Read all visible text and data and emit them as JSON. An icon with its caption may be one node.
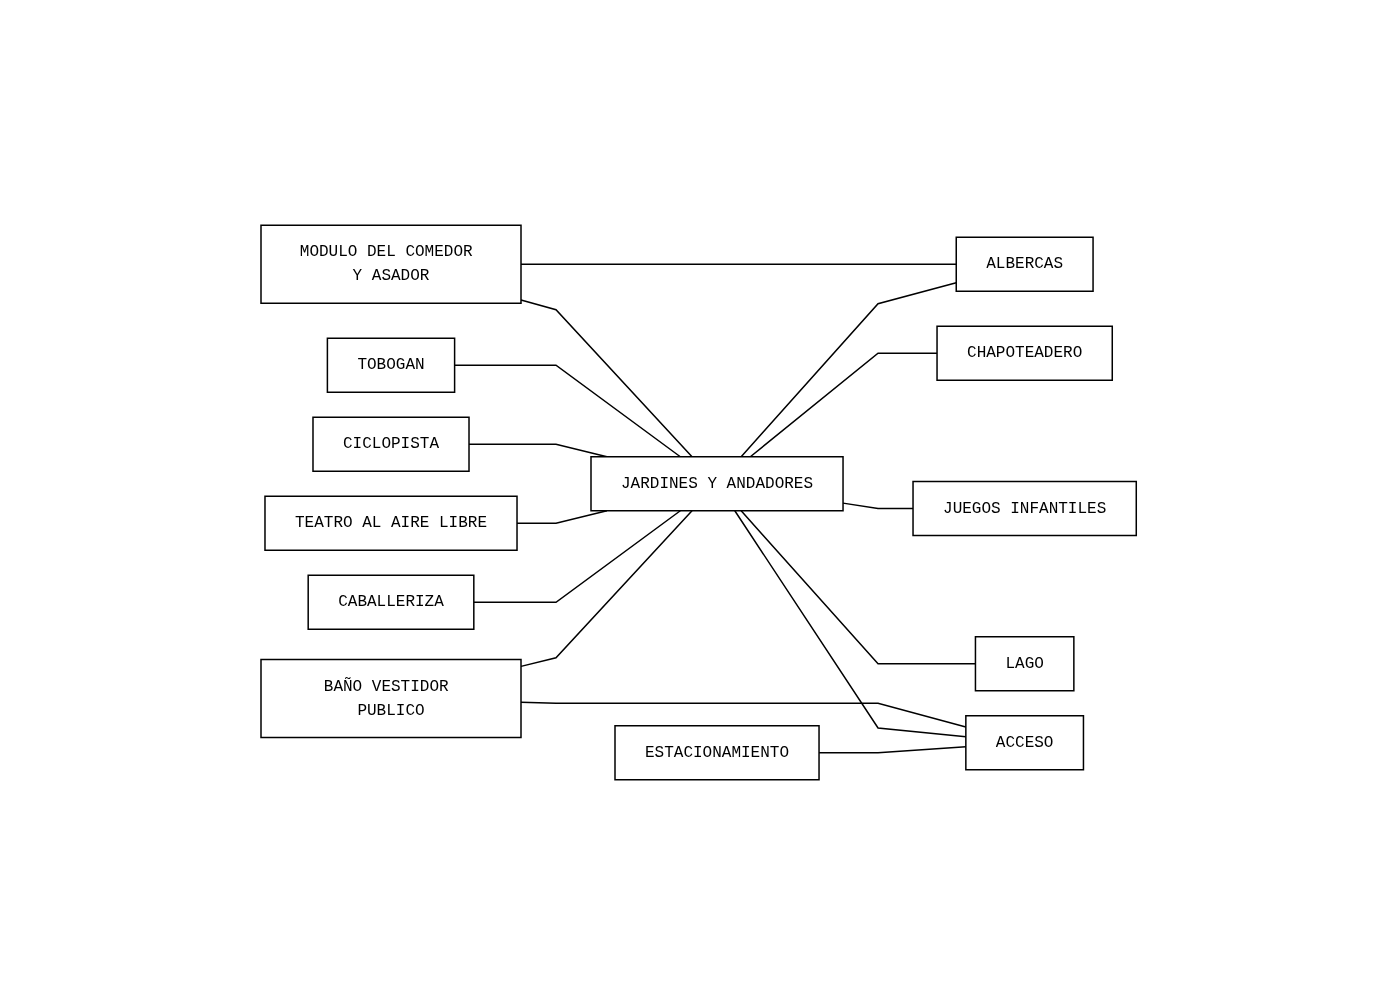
{
  "diagram": {
    "nodes": [
      {
        "text": [
          "MODULO DEL COMEDOR Y ASADOR"
        ]
      },
      {
        "text": [
          "TOBOGAN"
        ]
      },
      {
        "text": [
          "JARDINES Y ANDADORES"
        ]
      },
      {
        "text": [
          "ALBERCAS"
        ]
      },
      {
        "text": [
          "CICLOPISTA"
        ]
      },
      {
        "text": [
          "CHAPOTEADERO"
        ]
      },
      {
        "text": [
          "TEATRO AL AIRE LIBRE"
        ]
      },
      {
        "text": [
          "JUEGOS INFANTILES"
        ]
      },
      {
        "text": [
          "CABALLERIZA"
        ]
      },
      {
        "text": [
          "LAGO"
        ]
      },
      {
        "text": [
          "BAÑO VESTIDOR PUBLICO"
        ]
      },
      {
        "text": [
          "ESTACIONAMIENTO"
        ]
      },
      {
        "text": [
          "ACCESO"
        ]
      }
    ],
    "edges": [
      {
        "from": 0,
        "to": 2,
        "arrow": "none"
      },
      {
        "from": 0,
        "to": 3,
        "arrow": "none"
      },
      {
        "from": 1,
        "to": 2,
        "arrow": "none"
      },
      {
        "from": 2,
        "to": 3,
        "arrow": "none"
      },
      {
        "from": 4,
        "to": 2,
        "arrow": "none"
      },
      {
        "from": 2,
        "to": 5,
        "arrow": "none"
      },
      {
        "from": 6,
        "to": 2,
        "arrow": "none"
      },
      {
        "from": 2,
        "to": 7,
        "arrow": "none"
      },
      {
        "from": 8,
        "to": 2,
        "arrow": "none"
      },
      {
        "from": 2,
        "to": 9,
        "arrow": "none"
      },
      {
        "from": 10,
        "to": 2,
        "arrow": "none"
      },
      {
        "from": 10,
        "to": 12,
        "arrow": "none"
      },
      {
        "from": 2,
        "to": 12,
        "arrow": "none"
      },
      {
        "from": 11,
        "to": 12,
        "arrow": "none"
      }
    ]
  }
}
